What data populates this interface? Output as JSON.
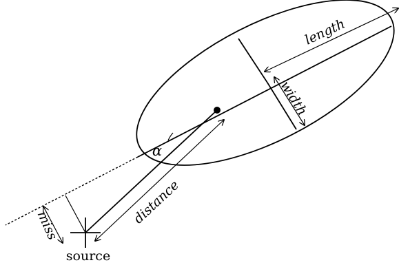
{
  "labels": {
    "length": "length",
    "width": "width",
    "alpha": "α",
    "distance": "distance",
    "miss": "miss",
    "source": "source"
  },
  "colors": {
    "ink": "#000000",
    "background": "#ffffff"
  }
}
